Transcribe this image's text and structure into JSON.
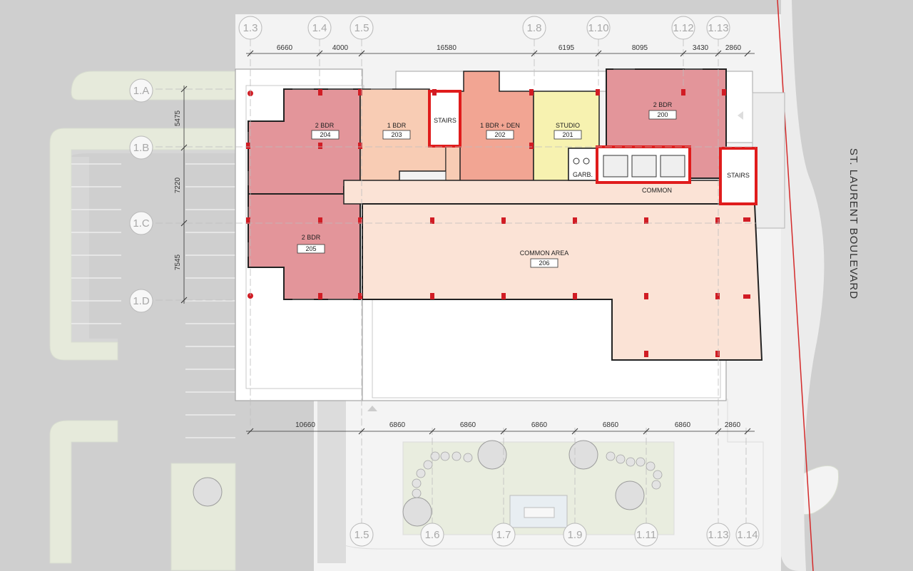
{
  "grid_top": [
    "1.3",
    "1.4",
    "1.5",
    "1.8",
    "1.10",
    "1.12",
    "1.13"
  ],
  "grid_left": [
    "1.A",
    "1.B",
    "1.C",
    "1.D"
  ],
  "grid_bottom": [
    "1.5",
    "1.6",
    "1.7",
    "1.9",
    "1.11",
    "1.13",
    "1.14"
  ],
  "dims_top": [
    "6660",
    "4000",
    "16580",
    "6195",
    "8095",
    "3430",
    "2860"
  ],
  "dims_left": [
    "5475",
    "7220",
    "7545"
  ],
  "dims_bottom": [
    "10660",
    "6860",
    "6860",
    "6860",
    "6860",
    "6860",
    "2860"
  ],
  "rooms": {
    "r204": {
      "name": "2 BDR",
      "number": "204"
    },
    "r203": {
      "name": "1 BDR",
      "number": "203"
    },
    "r202": {
      "name": "1 BDR + DEN",
      "number": "202"
    },
    "r201": {
      "name": "STUDIO",
      "number": "201"
    },
    "r200": {
      "name": "2 BDR",
      "number": "200"
    },
    "r205": {
      "name": "2 BDR",
      "number": "205"
    },
    "r206": {
      "name": "COMMON AREA",
      "number": "206"
    }
  },
  "labels": {
    "stairs_a": "STAIRS",
    "stairs_b": "STAIRS",
    "garb": "GARB.",
    "common": "COMMON",
    "street": "ST. LAURENT BOULEVARD"
  },
  "colors": {
    "two_bdr": "#e3959a",
    "one_bdr": "#f8ccb4",
    "one_bdr_den": "#f2a593",
    "studio": "#f7f2b0",
    "common": "#fbe3d6",
    "stair_outline": "#e01c1c",
    "column": "#d11c24",
    "property_line": "#d42a2a"
  }
}
